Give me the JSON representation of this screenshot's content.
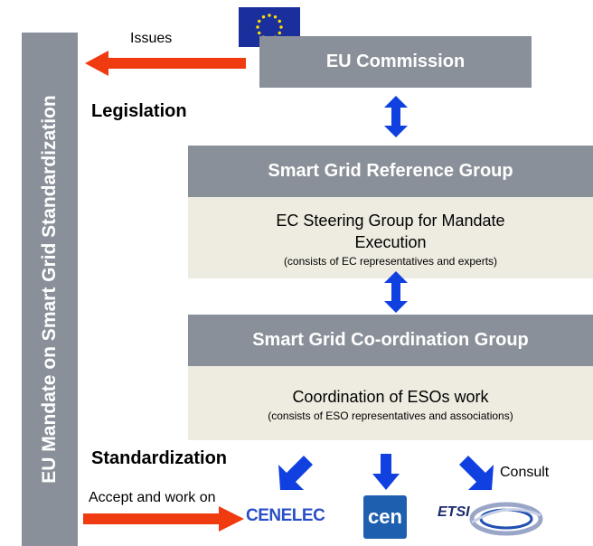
{
  "sidebar": {
    "title": "EU Mandate on Smart Grid Standardization"
  },
  "top": {
    "issues_label": "Issues",
    "commission": "EU Commission",
    "legislation": "Legislation"
  },
  "reference_group": {
    "title": "Smart Grid Reference Group",
    "body_line1": "EC Steering Group for Mandate",
    "body_line2": "Execution",
    "note": "(consists of EC representatives and experts)"
  },
  "coordination_group": {
    "title": "Smart Grid Co-ordination Group",
    "body": "Coordination of ESOs work",
    "note": "(consists of ESO representatives and associations)"
  },
  "bottom": {
    "standardization": "Standardization",
    "accept_label": "Accept and work on",
    "consult_label": "Consult",
    "logos": {
      "cenelec": "CENELEC",
      "cen": "cen",
      "etsi": "ETSI"
    }
  },
  "colors": {
    "gray_box": "#8a9099",
    "beige_box": "#eeebe0",
    "red_arrow": "#f03a10",
    "blue_arrow": "#1040e0",
    "eu_blue": "#1a2f9c",
    "eu_star": "#ffdd00"
  }
}
